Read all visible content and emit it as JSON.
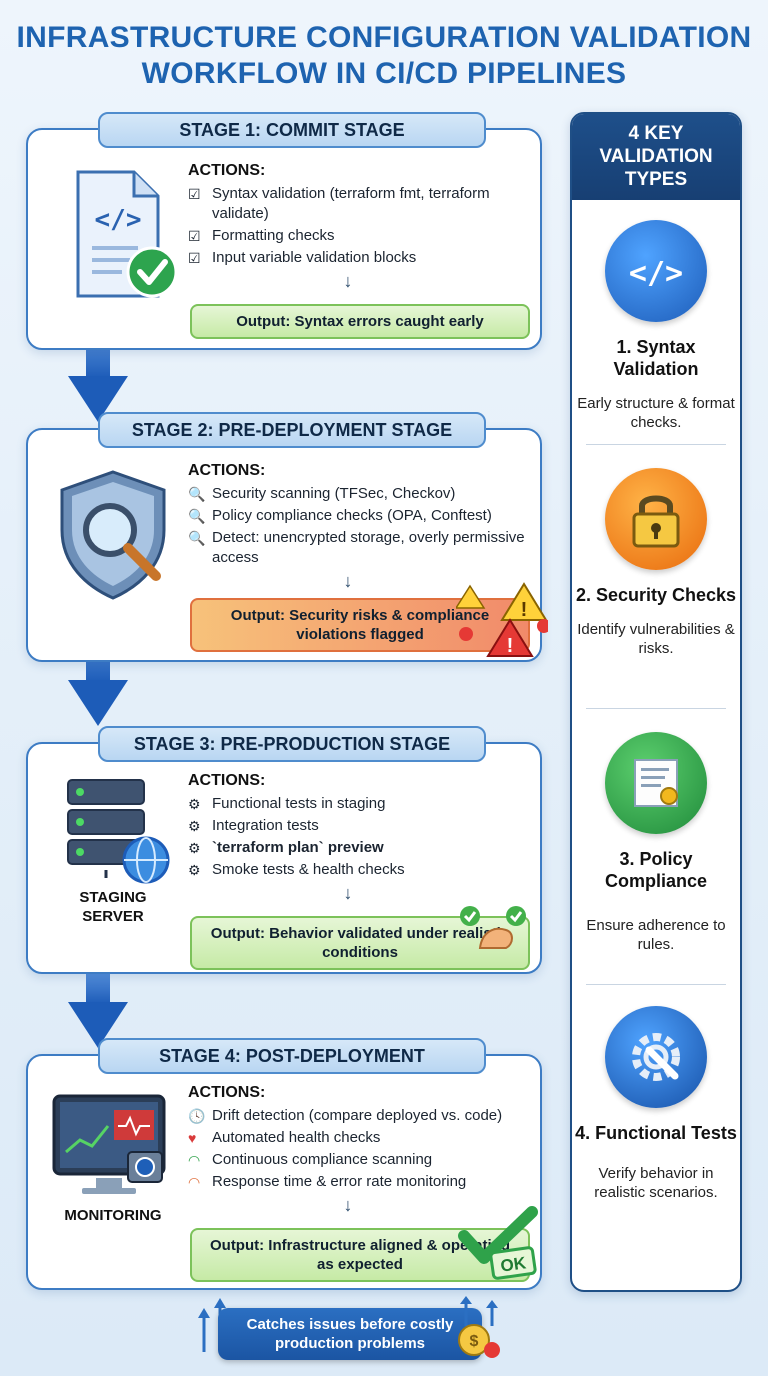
{
  "title": {
    "line1": "INFRASTRUCTURE CONFIGURATION VALIDATION",
    "line2": "WORKFLOW IN CI/CD PIPELINES"
  },
  "stages": [
    {
      "header": "STAGE 1: COMMIT STAGE",
      "actions_title": "ACTIONS:",
      "actions": [
        "Syntax validation (terraform fmt, terraform validate)",
        "Formatting checks",
        "Input variable validation blocks"
      ],
      "output": "Output: Syntax errors caught early"
    },
    {
      "header": "STAGE 2: PRE-DEPLOYMENT STAGE",
      "actions_title": "ACTIONS:",
      "actions": [
        "Security scanning (TFSec, Checkov)",
        "Policy compliance checks (OPA, Conftest)",
        "Detect: unencrypted storage, overly permissive access"
      ],
      "output": "Output: Security risks & compliance violations flagged"
    },
    {
      "header": "STAGE 3: PRE-PRODUCTION STAGE",
      "art_label": "STAGING SERVER",
      "actions_title": "ACTIONS:",
      "actions": [
        "Functional tests in staging",
        "Integration tests",
        "`terraform plan` preview",
        "Smoke tests & health checks"
      ],
      "output": "Output: Behavior validated under realistic conditions"
    },
    {
      "header": "STAGE 4: POST-DEPLOYMENT",
      "art_label": "MONITORING",
      "actions_title": "ACTIONS:",
      "actions": [
        "Drift detection (compare deployed vs. code)",
        "Automated health checks",
        "Continuous compliance scanning",
        "Response time & error rate monitoring"
      ],
      "output": "Output: Infrastructure aligned & operating as expected",
      "badge": "OK"
    }
  ],
  "panel": {
    "heading": "4 KEY VALIDATION TYPES",
    "types": [
      {
        "title": "1. Syntax Validation",
        "desc": "Early structure & format checks.",
        "icon": "code-icon",
        "color": "#2a7ad6"
      },
      {
        "title": "2. Security Checks",
        "desc": "Identify vulnerabilities & risks.",
        "icon": "lock-icon",
        "color": "#f28a1e"
      },
      {
        "title": "3. Policy Compliance",
        "desc": "Ensure adherence to rules.",
        "icon": "certificate-icon",
        "color": "#2fa24a"
      },
      {
        "title": "4. Functional Tests",
        "desc": "Verify behavior in realistic scenarios.",
        "icon": "gear-wrench-icon",
        "color": "#1f66c2"
      }
    ]
  },
  "banner": "Catches issues before costly production problems",
  "colors": {
    "accent_blue": "#1e63b0",
    "panel_dark": "#1e4f8a",
    "output_green": "#c6eaa6",
    "output_red": "#f18a6a"
  }
}
